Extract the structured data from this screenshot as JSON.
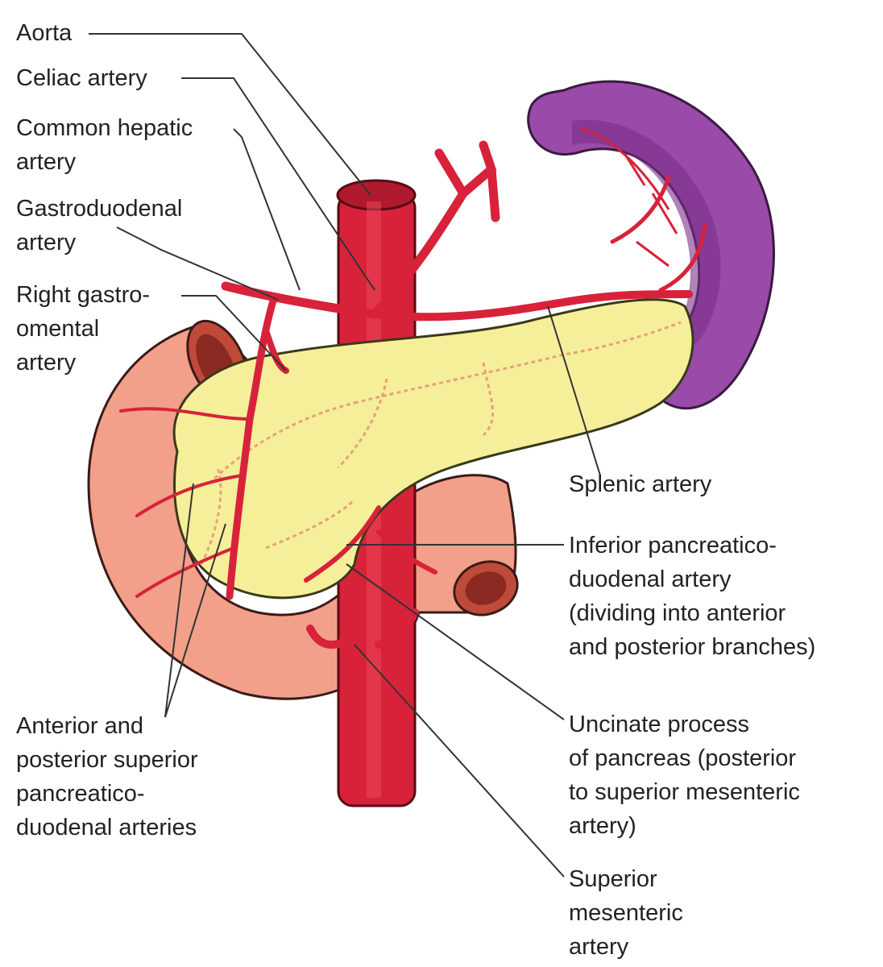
{
  "labels": {
    "aorta": [
      "Aorta"
    ],
    "celiac_artery": [
      "Celiac artery"
    ],
    "common_hepatic_artery": [
      "Common hepatic",
      "artery"
    ],
    "gastroduodenal_artery": [
      "Gastroduodenal",
      "artery"
    ],
    "right_gastroomental_artery": [
      "Right gastro-",
      "omental",
      "artery"
    ],
    "splenic_artery": [
      "Splenic artery"
    ],
    "inferior_pancreaticoduodenal_artery": [
      "Inferior pancreatico-",
      "duodenal artery",
      "(dividing into anterior",
      "and posterior branches)"
    ],
    "anterior_posterior_superior_pancreaticoduodenal_arteries": [
      "Anterior and",
      "posterior superior",
      "pancreatico-",
      "duodenal arteries"
    ],
    "uncinate_process": [
      "Uncinate process",
      "of pancreas (posterior",
      "to superior mesenteric",
      "artery)"
    ],
    "superior_mesenteric_artery": [
      "Superior",
      "mesenteric",
      "artery"
    ]
  },
  "colors": {
    "artery": "#d8223a",
    "artery_dark": "#9e1226",
    "pancreas": "#f6ef9a",
    "pancreas_vessel": "#e6a27a",
    "duodenum": "#f2a08a",
    "spleen": "#9a4aa8",
    "spleen_inner": "#8a3a98",
    "leader_line": "#333333"
  }
}
